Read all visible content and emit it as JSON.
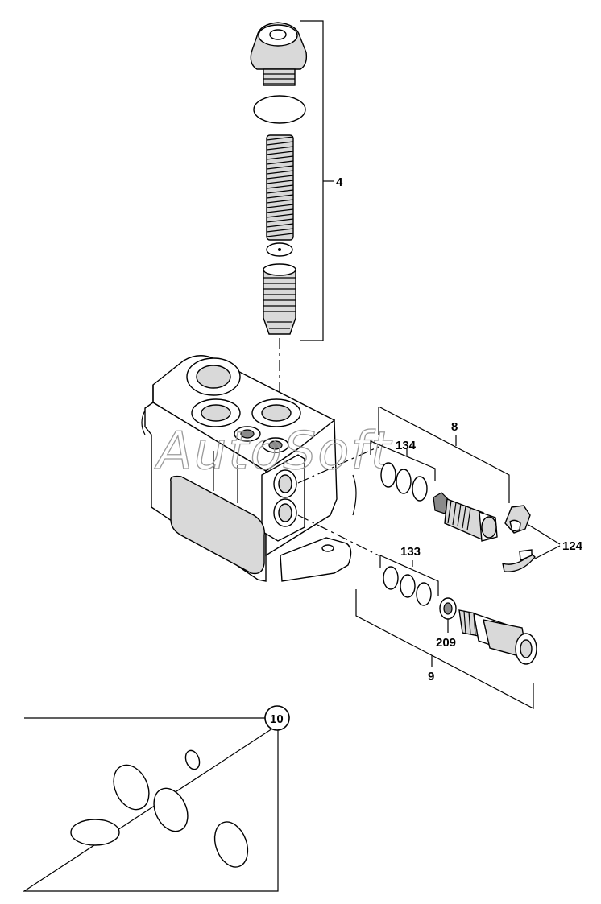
{
  "watermark": "AutoSoft",
  "callouts": {
    "valve_assembly_top": "4",
    "relief_valve_upper": "8",
    "orings_upper": "134",
    "clip_parts": "124",
    "orings_lower": "133",
    "backup_ring": "209",
    "relief_valve_lower": "9",
    "seal_kit": "10"
  }
}
